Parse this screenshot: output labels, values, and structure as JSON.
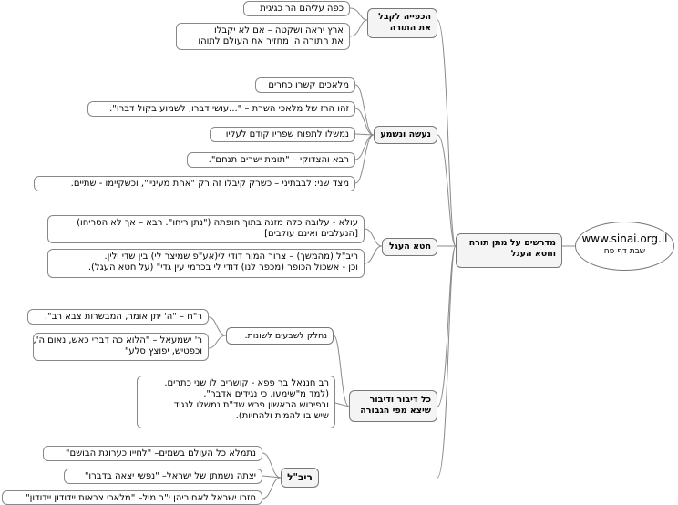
{
  "root": {
    "title": "www.sinai.org.il",
    "subtitle": "שבת דף פח"
  },
  "central": [
    "מדרשים על מתן תורה",
    "וחטא העגל"
  ],
  "branches": {
    "kefiya": {
      "title": [
        "הכפייה לקבל",
        "את התורה"
      ],
      "leaves": [
        {
          "lines": [
            "כפה עליהם הר כגיגית"
          ]
        },
        {
          "lines": [
            "ארץ יראה ושקטה – אם לא יקבלו",
            "את התורה  ה' מחזיר את העולם לתוהו"
          ]
        }
      ]
    },
    "naase": {
      "title": [
        "נעשה ונשמע"
      ],
      "leaves": [
        {
          "lines": [
            "מלאכים קשרו כתרים"
          ]
        },
        {
          "lines": [
            "זהו הרז של מלאכי השרת – \"...עושי  דברו, לשמוע בקול דברו\"."
          ]
        },
        {
          "lines": [
            "נמשלו לתפוח שפריו קודם לעליו"
          ]
        },
        {
          "lines": [
            "רבא והצדוקי – \"תומת ישרים תנחם\"."
          ]
        },
        {
          "lines": [
            "מצד שני: לבבתיני – כשרק קיבלו  זה רק \"אחת מעיניי\", וכשקיימו  - שתיים."
          ]
        }
      ]
    },
    "egel": {
      "title": [
        "חטא העגל"
      ],
      "leaves": [
        {
          "lines": [
            "עולא - עלובה כלה מזנה בתוך חופתה (\"נתן ריחו\". רבא – אך לא הסריחו)",
            "[הנעלבים ואינם עולבים]"
          ]
        },
        {
          "lines": [
            "ריב\"ל (מהמשך) – צרור המור דודי לי(אע\"פ שמיצר לי)  בין שדי ילין.",
            "וכן - אשכול הכופר (מכפר לנו) דודי לי בכרמי עין גדי\" (על חטא העגל)."
          ]
        }
      ]
    },
    "dibur": {
      "title": [
        "כל דיבור ודיבור",
        "שיצא מפי הגבורה"
      ],
      "sub": {
        "title": "נחלק לשבעים לשונות.",
        "leaves": [
          {
            "lines": [
              "ר\"ח – \"ה' יתן אומר, המבשרות צבא רב\"."
            ]
          },
          {
            "lines": [
              "ר' ישמעאל – \"הלוא כה דברי כאש, נאום ה',",
              "וכפטיש, יפוצץ סלע\""
            ]
          }
        ]
      },
      "leaves": [
        {
          "lines": [
            "רב חננאל בר פפא - קושרים לו שני כתרים.",
            "(למד מ\"שימעו, כי נגידים אדבר\",",
            "ובפירוש הראשון פרש שד\"ת נמשלו לנגיד",
            "שיש בו להמית ולהחיות)."
          ]
        }
      ]
    },
    "rivl": {
      "title": [
        "ריב\"ל"
      ],
      "leaves": [
        {
          "lines": [
            "נתמלא כל העולם בשמים– \"לחייו כערוגת הבושם\""
          ]
        },
        {
          "lines": [
            "יצתה נשמתן של ישראל– \"נפשי יצאה בדברו\""
          ]
        },
        {
          "lines": [
            "חזרו ישראל לאחוריהן י\"ב מיל– \"מלאכי צבאות יידודון יידודון\""
          ]
        }
      ]
    }
  }
}
